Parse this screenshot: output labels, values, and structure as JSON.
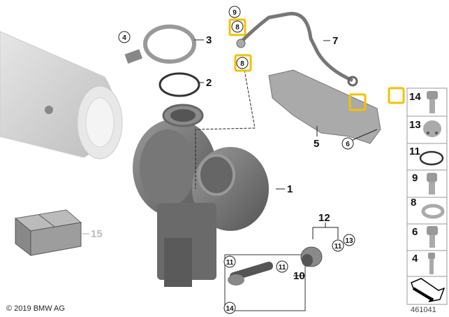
{
  "copyright": "© 2019 BMW AG",
  "diagram_id": "461041",
  "highlight_color": "#F2C200",
  "callouts": {
    "c1": "1",
    "c2": "2",
    "c3": "3",
    "c4": "4",
    "c5": "5",
    "c6": "6",
    "c7": "7",
    "c8a": "8",
    "c8b": "8",
    "c9": "9",
    "c10": "10",
    "c11a": "11",
    "c11b": "11",
    "c11c": "11",
    "c12": "12",
    "c13": "13",
    "c14": "14",
    "c15": "15"
  },
  "parts_legend": [
    {
      "number": "14",
      "icon": "hex-bolt-icon"
    },
    {
      "number": "13",
      "icon": "banjo-cap-icon"
    },
    {
      "number": "11",
      "icon": "o-ring-icon"
    },
    {
      "number": "9",
      "icon": "banjo-bolt-icon"
    },
    {
      "number": "8",
      "icon": "washer-icon",
      "highlighted": true
    },
    {
      "number": "6",
      "icon": "flange-bolt-icon"
    },
    {
      "number": "4",
      "icon": "screw-icon"
    },
    {
      "number": "",
      "icon": "arrow-icon"
    }
  ]
}
